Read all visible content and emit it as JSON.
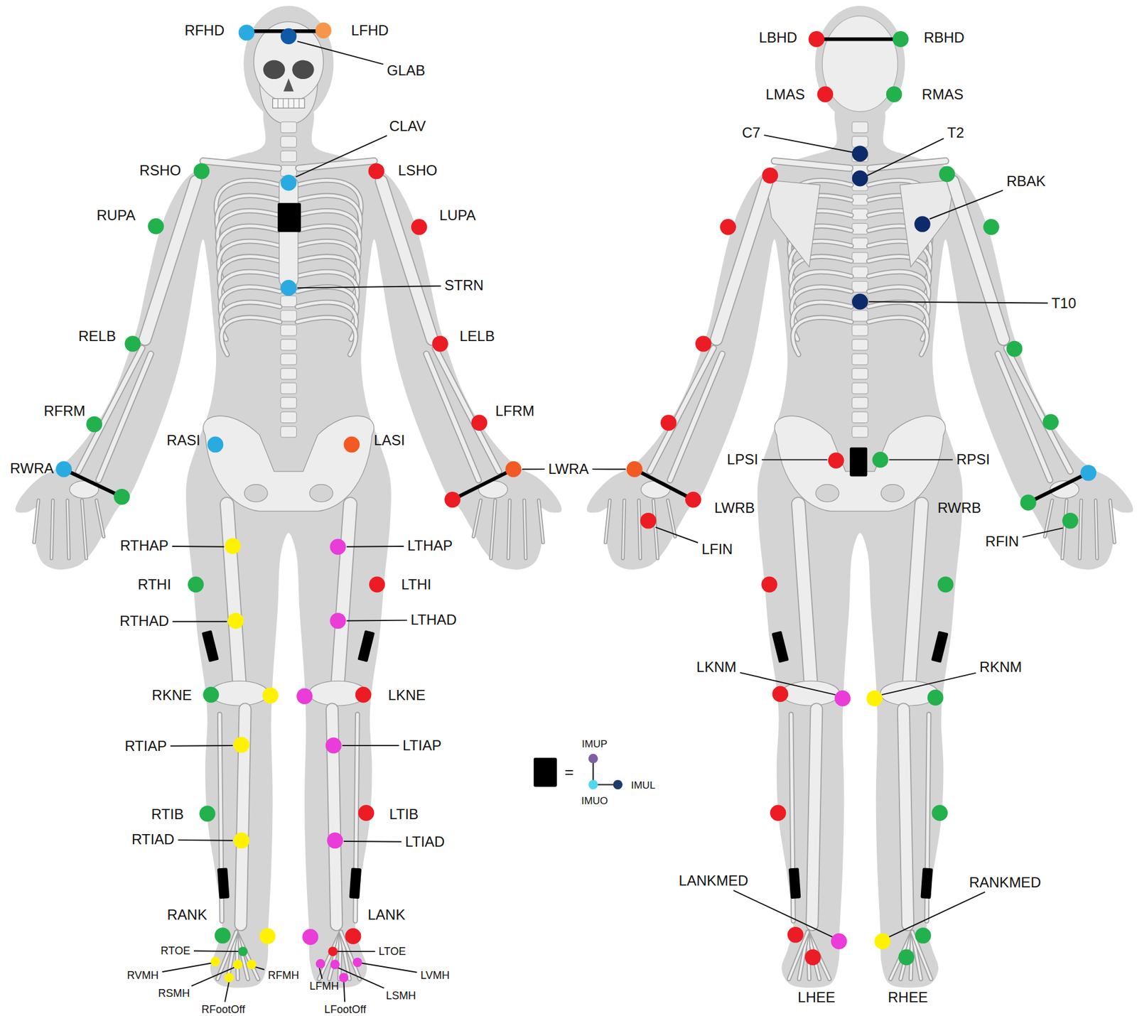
{
  "diagram": {
    "labels": [
      "RFHD",
      "LFHD",
      "LBHD",
      "RBHD",
      "GLAB",
      "LMAS",
      "RMAS",
      "CLAV",
      "C7",
      "T2",
      "RSHO",
      "LSHO",
      "RBAK",
      "RUPA",
      "LUPA",
      "STRN",
      "T10",
      "RELB",
      "LELB",
      "RFRM",
      "LFRM",
      "RASI",
      "LASI",
      "LPSI",
      "RPSI",
      "RWRA",
      "LWRA",
      "LWRB",
      "RWRB",
      "RFIN",
      "LFIN",
      "RTHAP",
      "LTHAP",
      "RTHI",
      "LTHI",
      "RTHAD",
      "LTHAD",
      "LKNM",
      "RKNM",
      "RKNE",
      "LKNE",
      "RTIAP",
      "LTIAP",
      "IMUP",
      "=",
      "IMUL",
      "IMUO",
      "RTIB",
      "LTIB",
      "RTIAD",
      "LTIAD",
      "LANKMED",
      "RANKMED",
      "RANK",
      "LANK",
      "RTOE",
      "LTOE",
      "RVMH",
      "RFMH",
      "LVMH",
      "RSMH",
      "LFMH",
      "LSMH",
      "LHEE",
      "RHEE",
      "RFootOff",
      "LFootOff"
    ]
  }
}
